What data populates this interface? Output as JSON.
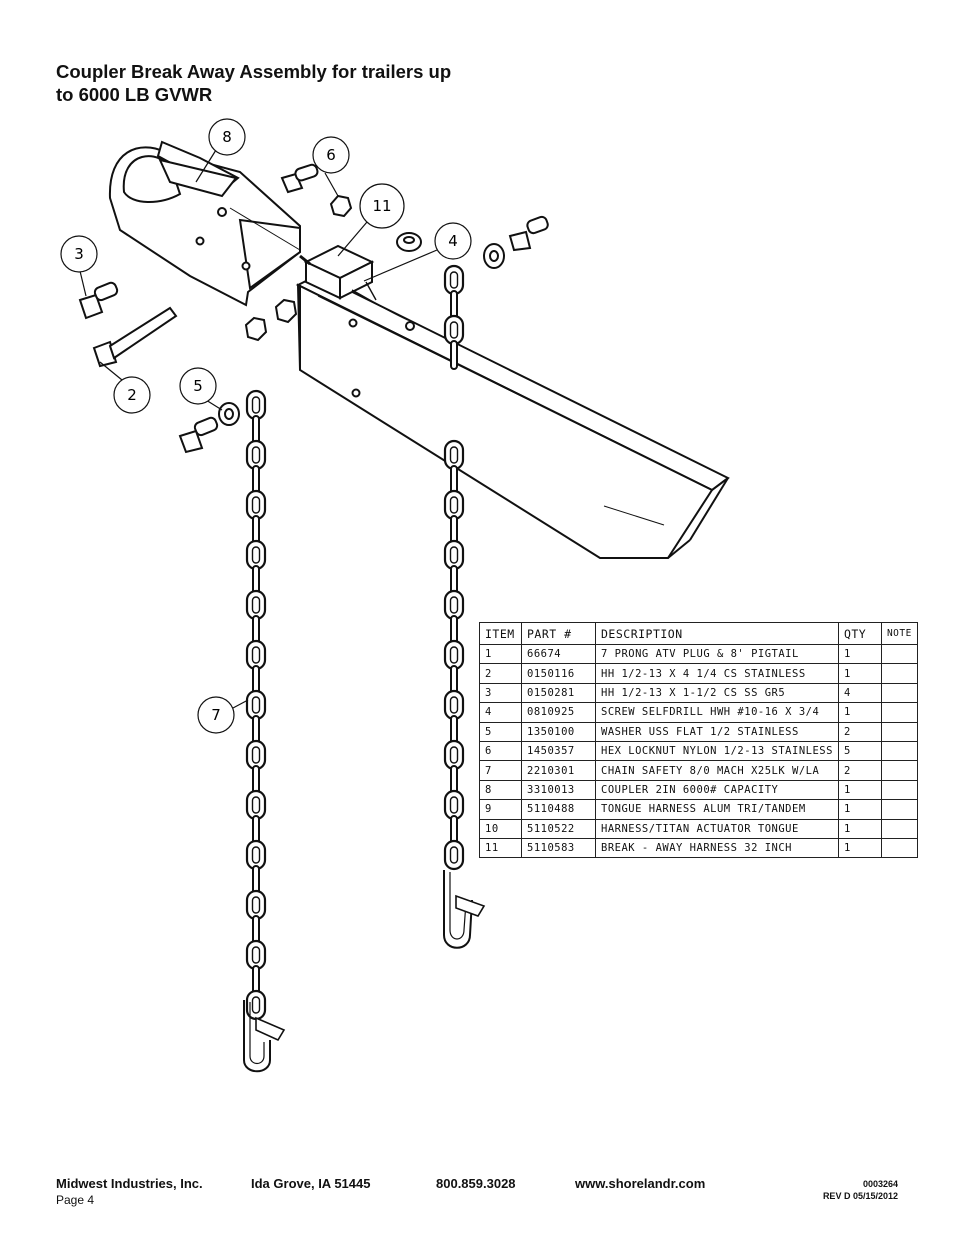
{
  "title": {
    "line1": "Coupler Break Away Assembly for trailers up",
    "line2": "to 6000 LB GVWR"
  },
  "callouts": [
    "8",
    "6",
    "11",
    "3",
    "4",
    "2",
    "5",
    "7"
  ],
  "parts_table": {
    "headers": {
      "item": "ITEM",
      "part": "PART #",
      "description": "DESCRIPTION",
      "qty": "QTY",
      "note": "NOTE"
    },
    "rows": [
      {
        "item": "1",
        "part": "66674",
        "description": "7 PRONG ATV PLUG & 8' PIGTAIL",
        "qty": "1",
        "note": ""
      },
      {
        "item": "2",
        "part": "0150116",
        "description": "HH 1/2-13 X 4 1/4 CS STAINLESS",
        "qty": "1",
        "note": ""
      },
      {
        "item": "3",
        "part": "0150281",
        "description": "HH 1/2-13 X 1-1/2 CS SS GR5",
        "qty": "4",
        "note": ""
      },
      {
        "item": "4",
        "part": "0810925",
        "description": "SCREW SELFDRILL HWH #10-16 X 3/4",
        "qty": "1",
        "note": ""
      },
      {
        "item": "5",
        "part": "1350100",
        "description": "WASHER USS FLAT 1/2 STAINLESS",
        "qty": "2",
        "note": ""
      },
      {
        "item": "6",
        "part": "1450357",
        "description": "HEX LOCKNUT NYLON 1/2-13 STAINLESS",
        "qty": "5",
        "note": ""
      },
      {
        "item": "7",
        "part": "2210301",
        "description": "CHAIN SAFETY 8/0 MACH X25LK W/LA",
        "qty": "2",
        "note": ""
      },
      {
        "item": "8",
        "part": "3310013",
        "description": "COUPLER 2IN 6000# CAPACITY",
        "qty": "1",
        "note": ""
      },
      {
        "item": "9",
        "part": "5110488",
        "description": "TONGUE HARNESS ALUM TRI/TANDEM",
        "qty": "1",
        "note": ""
      },
      {
        "item": "10",
        "part": "5110522",
        "description": "HARNESS/TITAN ACTUATOR TONGUE",
        "qty": "1",
        "note": ""
      },
      {
        "item": "11",
        "part": "5110583",
        "description": "BREAK - AWAY HARNESS 32 INCH",
        "qty": "1",
        "note": ""
      }
    ]
  },
  "footer": {
    "company": "Midwest Industries, Inc.",
    "city": "Ida Grove, IA  51445",
    "phone": "800.859.3028",
    "website": "www.shorelandr.com",
    "page": "Page 4",
    "doc_number": "0003264",
    "revision": "REV D  05/15/2012"
  }
}
